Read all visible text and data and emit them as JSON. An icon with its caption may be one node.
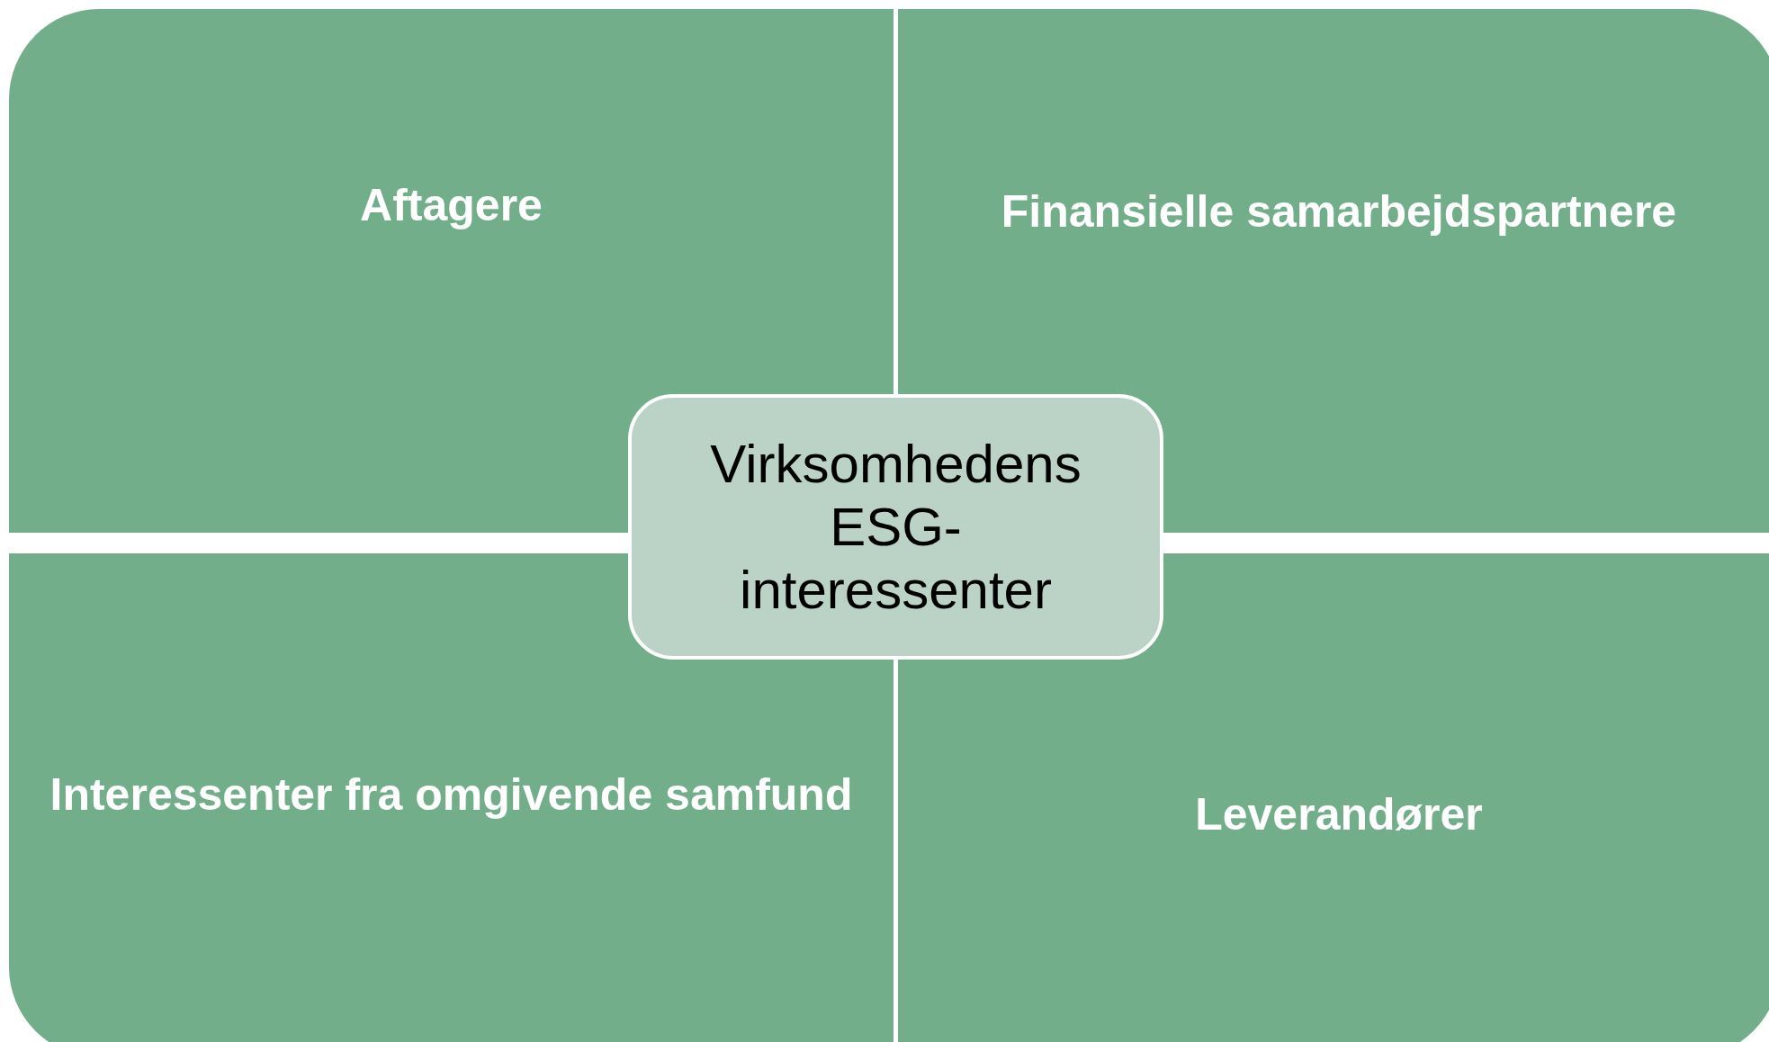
{
  "diagram": {
    "nodes": [
      {
        "text": [
          "Aftagere"
        ]
      },
      {
        "text": [
          "Finansielle samarbejdspartnere"
        ]
      },
      {
        "text": [
          "Interessenter fra omgivende samfund"
        ]
      },
      {
        "text": [
          "Leverandører"
        ]
      },
      {
        "text": [
          "Virksomhedens ESG-interessenter"
        ]
      }
    ]
  }
}
